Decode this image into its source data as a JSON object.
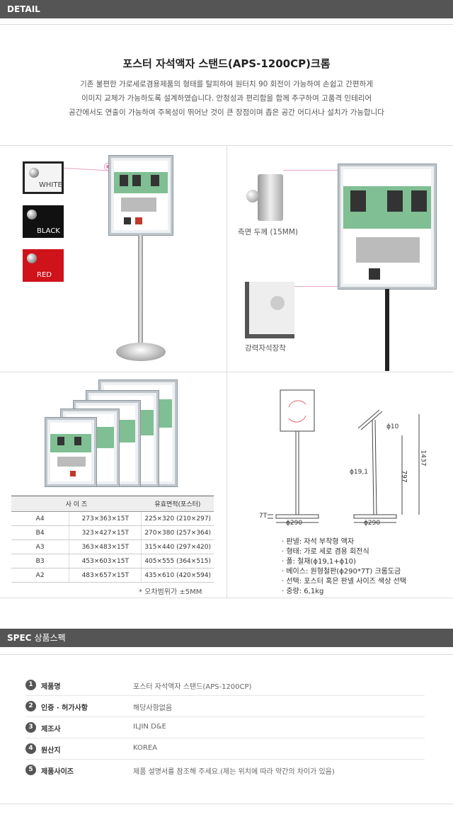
{
  "detail_bar": {
    "label": "DETAIL"
  },
  "intro": {
    "title": "포스터 자석액자 스탠드(APS-1200CP)크롬",
    "desc_lines": [
      "기존 불편한 가로세로겸용제품의 형태를 탈피하여 원터치 90 회전이 가능하여 손쉽고 간편하게",
      "이미지 교체가 가능하도록 설계하였습니다. 안정성과 편리함을 함께 추구하여 고품격 인테리어",
      "공간에서도 연출이  가능하여  주목성이 뛰어난 것이 큰 장점이며  좁은 공간 어디서나 설치가 가능합니다"
    ]
  },
  "colors": {
    "white": "WHITE",
    "black": "BLACK",
    "red": "RED"
  },
  "detail_captions": {
    "side_thickness": "측면 두께 (15MM)",
    "magnet": "강력자석장착"
  },
  "size_table": {
    "headers": [
      "사 이 즈",
      "",
      "유효면적(포스터)"
    ],
    "rows": [
      [
        "A4",
        "273×363×15T",
        "225×320 (210×297)"
      ],
      [
        "B4",
        "323×427×15T",
        "270×380 (257×364)"
      ],
      [
        "A3",
        "363×483×15T",
        "315×440 (297×420)"
      ],
      [
        "B3",
        "453×603×15T",
        "405×555 (364×515)"
      ],
      [
        "A2",
        "483×657×15T",
        "435×610 (420×594)"
      ]
    ],
    "note": "* 오차범위가 ±5MM"
  },
  "drawing": {
    "base_thick": "7T",
    "base_diam_front": "ϕ290",
    "base_diam_side": "ϕ290",
    "pole_top": "ϕ10",
    "pole_main": "ϕ19,1",
    "h_797": "797",
    "h_1437": "1437"
  },
  "spec_bullets": [
    "· 판넬: 자석 부착형 액자",
    "· 형태: 가로 세로 겸용 회전식",
    "· 폴: 철재(ϕ19,1+ϕ10)",
    "· 베이스: 원형철판(ϕ290*7T) 크롬도금",
    "· 선택: 포스터 혹은 판넬 사이즈 색상 선택",
    "· 중량: 6,1kg"
  ],
  "spec_bar": {
    "label": "SPEC",
    "sub": "상품스펙"
  },
  "spec_rows": [
    {
      "num": "1",
      "label": "제품명",
      "value": "포스터 자석액자 스탠드(APS-1200CP)"
    },
    {
      "num": "2",
      "label": "인증 · 허가사항",
      "value": "해당사항없음"
    },
    {
      "num": "3",
      "label": "제조사",
      "value": "ILJIN D&E"
    },
    {
      "num": "4",
      "label": "원산지",
      "value": "KOREA"
    },
    {
      "num": "5",
      "label": "제품사이즈",
      "value": "제품 설명서를 참조해 주세요.(제는 위치에 따라 약간의 차이가 있음)"
    }
  ],
  "palette": {
    "bar": "#555555",
    "pink": "#f17eb4",
    "red": "#d0121b",
    "green": "#7fbf93"
  }
}
